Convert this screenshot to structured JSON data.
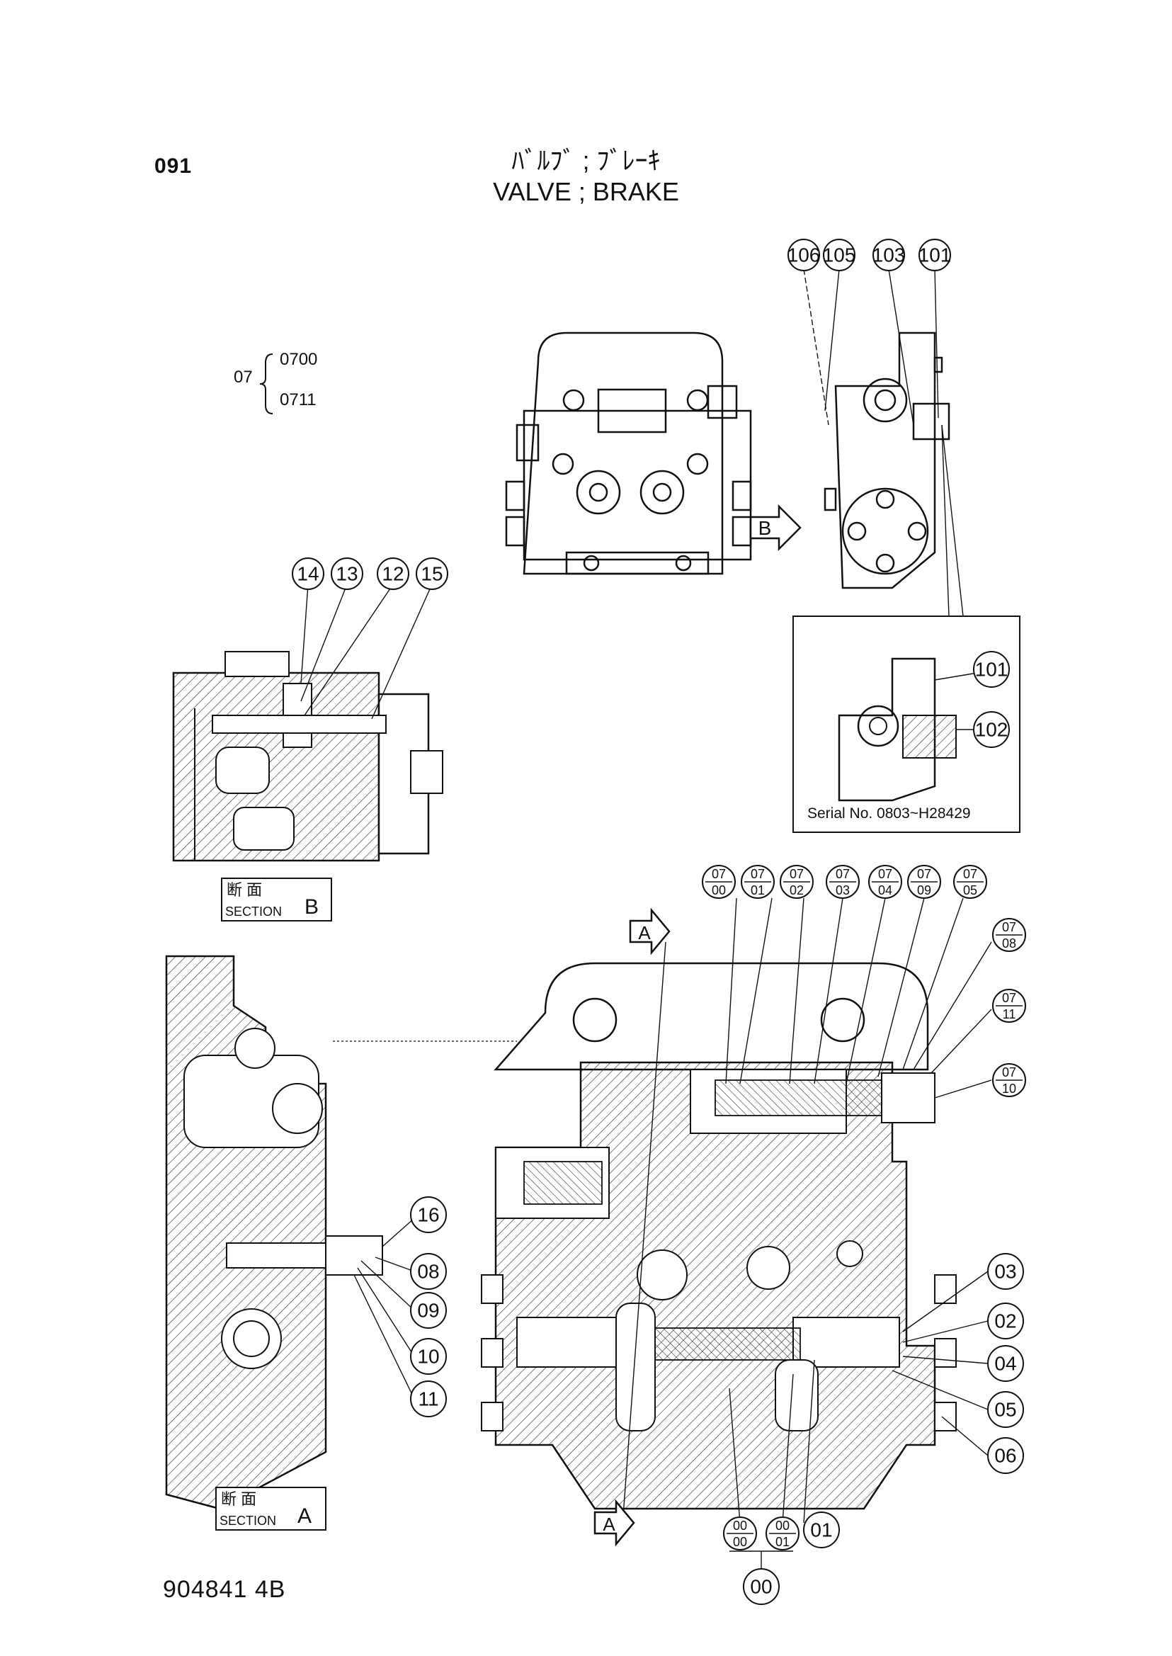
{
  "page": {
    "code": "091",
    "title_jp": "ﾊﾞﾙﾌﾞ ; ﾌﾞﾚｰｷ",
    "title_en": "VALVE ; BRAKE",
    "footer_id": "904841 4B"
  },
  "variants": {
    "group": "07",
    "codes": [
      "0700",
      "0711"
    ]
  },
  "inset": {
    "serial_note": "Serial No. 0803~H28429",
    "callouts": [
      "101",
      "102"
    ]
  },
  "view_b_arrow": "B",
  "section_b": {
    "label_jp": "断 面",
    "label_en": "SECTION",
    "letter": "B",
    "callouts": [
      "14",
      "13",
      "12",
      "15"
    ]
  },
  "section_a": {
    "label_jp": "断 面",
    "label_en": "SECTION",
    "letter": "A",
    "arrow_letter": "A",
    "callouts_left": [
      "16",
      "08",
      "09",
      "10",
      "11"
    ],
    "callouts_right": [
      "03",
      "02",
      "04",
      "05",
      "06"
    ],
    "bottom_callouts": [
      "01",
      "00"
    ]
  },
  "top_view_callouts": [
    "106",
    "105",
    "103",
    "101"
  ],
  "fraction_callouts_top": [
    {
      "top": "07",
      "bottom": "00"
    },
    {
      "top": "07",
      "bottom": "01"
    },
    {
      "top": "07",
      "bottom": "02"
    },
    {
      "top": "07",
      "bottom": "03"
    },
    {
      "top": "07",
      "bottom": "04"
    },
    {
      "top": "07",
      "bottom": "09"
    },
    {
      "top": "07",
      "bottom": "05"
    }
  ],
  "fraction_callouts_right": [
    {
      "top": "07",
      "bottom": "08"
    },
    {
      "top": "07",
      "bottom": "11"
    },
    {
      "top": "07",
      "bottom": "10"
    }
  ],
  "fraction_callouts_bottom": [
    {
      "top": "00",
      "bottom": "00"
    },
    {
      "top": "00",
      "bottom": "01"
    }
  ]
}
